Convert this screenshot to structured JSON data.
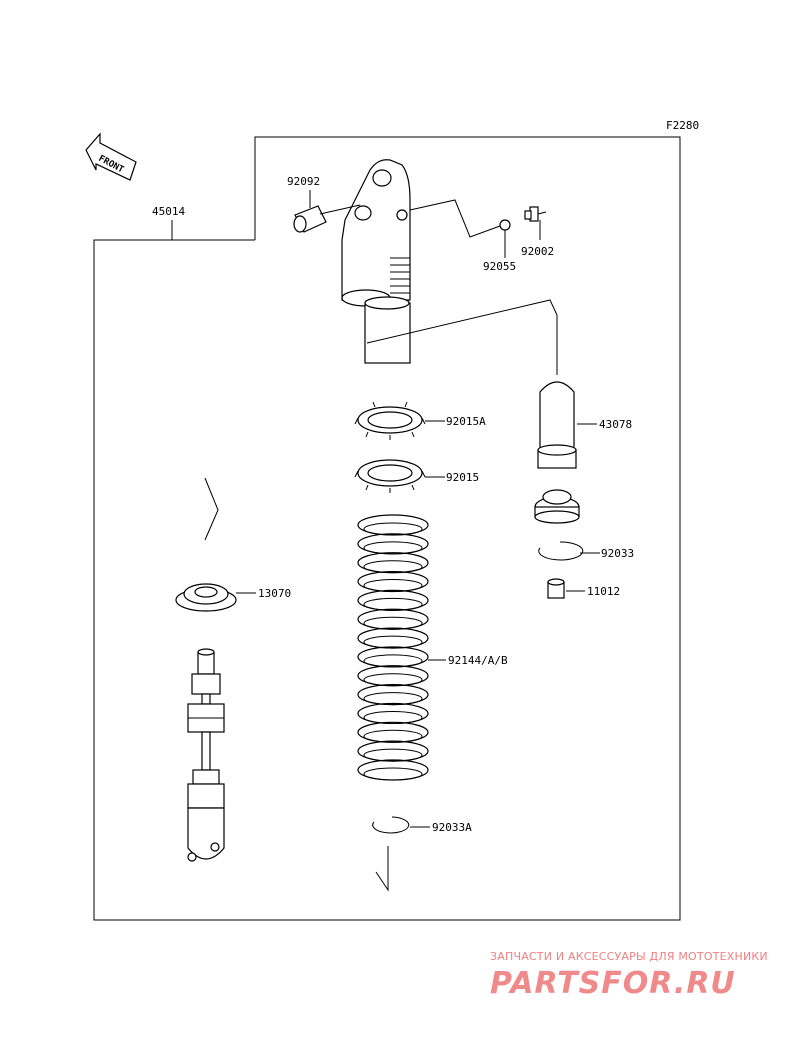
{
  "figure_code": "F2280",
  "front_label": "FRONT",
  "callouts": {
    "assembly": "45014",
    "collar": "92092",
    "oring": "92055",
    "bolt": "92002",
    "nut_a": "92015A",
    "nut": "92015",
    "reservoir_cap": "43078",
    "snap_ring": "92033",
    "valve": "11012",
    "spring_seat": "13070",
    "spring": "92144/A/B",
    "snap_ring_a": "92033A"
  },
  "watermark": {
    "tagline": "ЗАПЧАСТИ И АКСЕССУАРЫ ДЛЯ МОТОТЕХНИКИ",
    "logo": "PARTSFOR.RU",
    "color": "#f08080"
  }
}
